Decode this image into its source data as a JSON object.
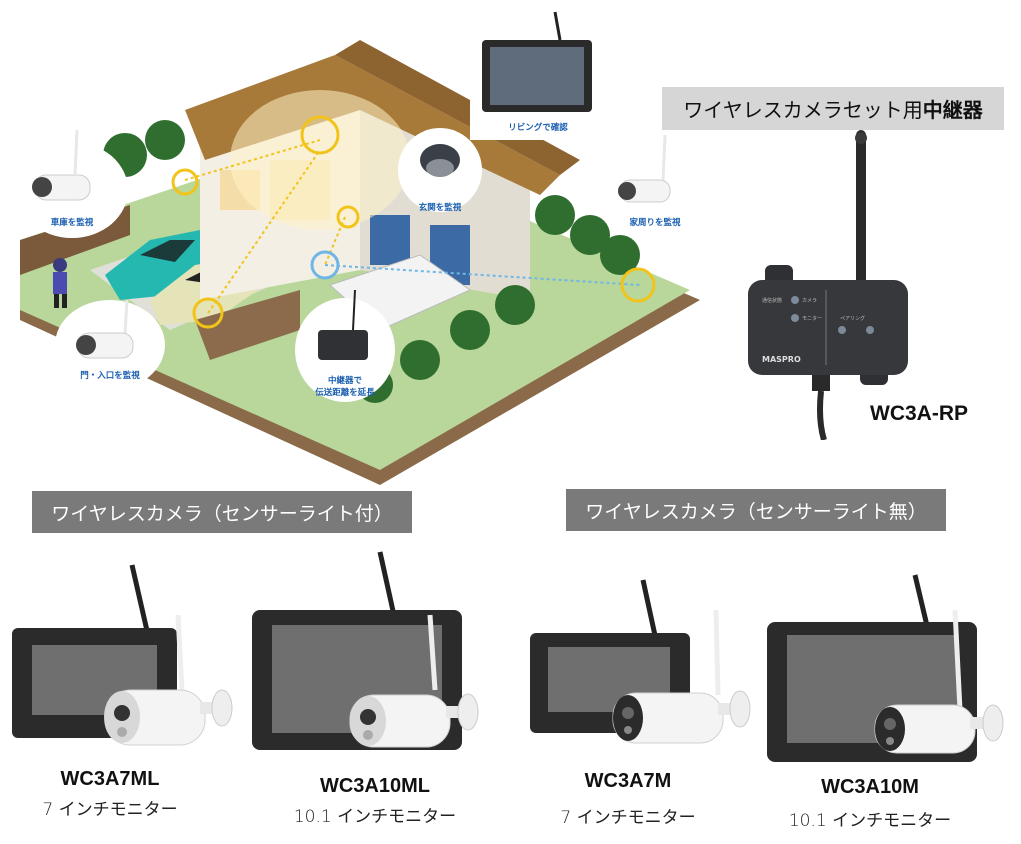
{
  "illustration": {
    "labels": {
      "garage": "車庫を監視",
      "living": "リビングで確認",
      "entrance": "玄関を監視",
      "around_house": "家周りを監視",
      "gate": "門・入口を監視",
      "repeater": [
        "中継器で",
        "伝送距離を延長"
      ]
    },
    "colors": {
      "label_blue": "#1b5fb0",
      "highlight_ring": "#f2c318",
      "lawn": "#b9d79a",
      "roof": "#a77a3a",
      "wall": "#e8e4dc"
    }
  },
  "repeater_section": {
    "header_prefix": "ワイヤレスカメラセット用",
    "header_bold": "中継器",
    "model": "WC3A-RP",
    "device_labels": {
      "status": "通信状態",
      "camera": "カメラ",
      "monitor": "モニター",
      "pairing": "ペアリング",
      "brand": "MASPRO"
    }
  },
  "sections": {
    "with_sensor_light": "ワイヤレスカメラ（センサーライト付）",
    "without_sensor_light": "ワイヤレスカメラ（センサーライト無）"
  },
  "products": [
    {
      "model": "WC3A7ML",
      "description": "7 インチモニター"
    },
    {
      "model": "WC3A10ML",
      "description": "10.1 インチモニター"
    },
    {
      "model": "WC3A7M",
      "description": "7 インチモニター"
    },
    {
      "model": "WC3A10M",
      "description": "10.1 インチモニター"
    }
  ],
  "brand": "MASPRO"
}
